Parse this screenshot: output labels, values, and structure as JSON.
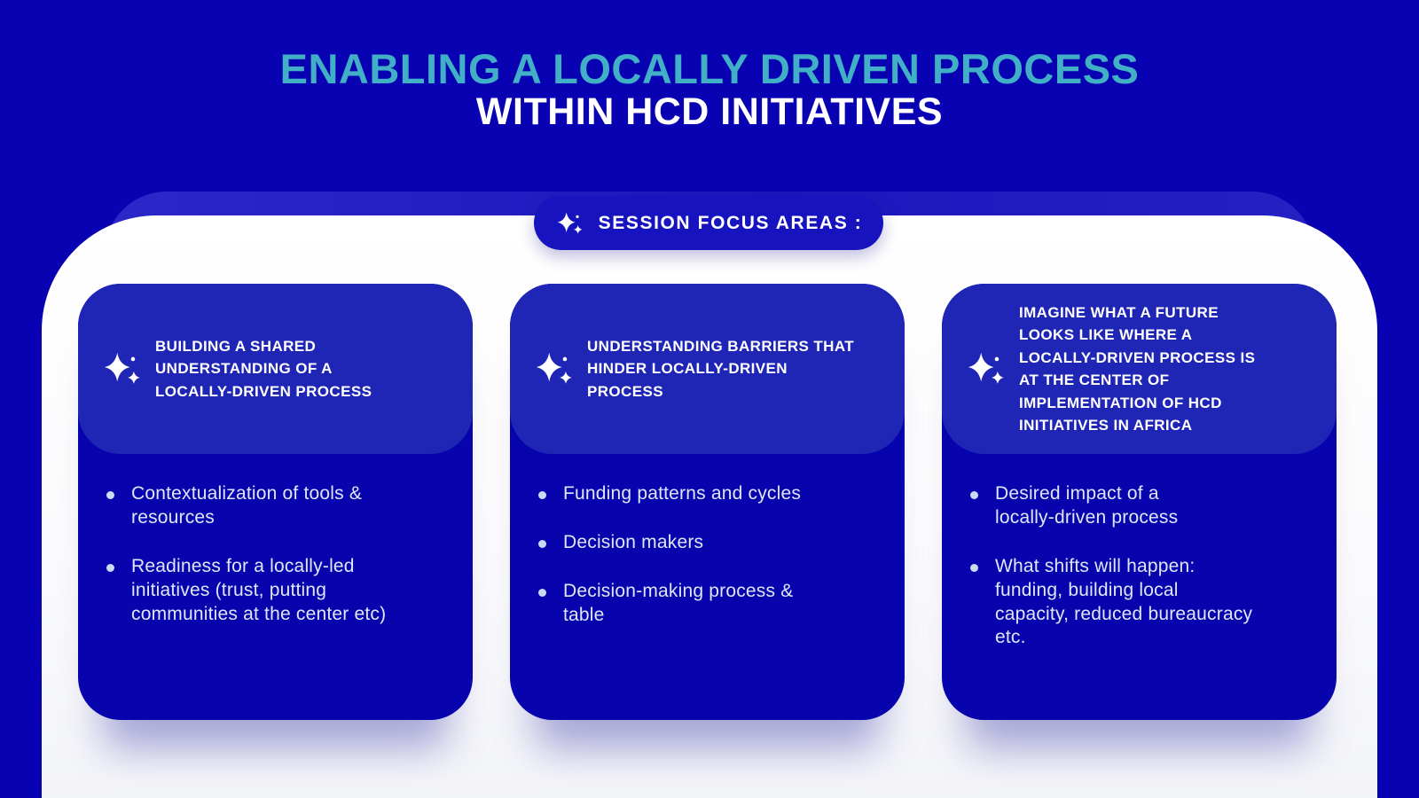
{
  "title": {
    "line1": "ENABLING A LOCALLY DRIVEN PROCESS",
    "line2": "WITHIN HCD INITIATIVES"
  },
  "badge": {
    "label": "SESSION FOCUS AREAS :",
    "icon": "sparkle-icon"
  },
  "cards": [
    {
      "icon": "sparkle-icon",
      "header": "BUILDING A SHARED\nUNDERSTANDING OF A\nLOCALLY-DRIVEN PROCESS",
      "bullets": [
        "Contextualization of tools &\nresources",
        "Readiness for a locally-led\ninitiatives (trust, putting\ncommunities at the center etc)"
      ]
    },
    {
      "icon": "sparkle-icon",
      "header": "UNDERSTANDING BARRIERS THAT\nHINDER  LOCALLY-DRIVEN\nPROCESS",
      "bullets": [
        "Funding patterns and cycles",
        "Decision makers",
        "Decision-making process &\ntable"
      ]
    },
    {
      "icon": "sparkle-icon",
      "header": "IMAGINE WHAT A FUTURE\nLOOKS LIKE WHERE A\nLOCALLY-DRIVEN PROCESS IS\nAT THE CENTER OF\nIMPLEMENTATION OF HCD\nINITIATIVES IN AFRICA",
      "bullets": [
        "Desired impact of a\nlocally-driven process",
        "What shifts will happen:\nfunding, building local\ncapacity, reduced bureaucracy\netc."
      ]
    }
  ],
  "colors": {
    "background": "#0802B2",
    "band": "#2420C2",
    "panel": "#FFFFFF",
    "pill": "#1713BE",
    "card_body": "#0703AD",
    "card_header": "#1F26B6",
    "title_accent": "#41AFC5",
    "title_white": "#FFFFFF",
    "bullet_text": "#DFE7FA"
  }
}
